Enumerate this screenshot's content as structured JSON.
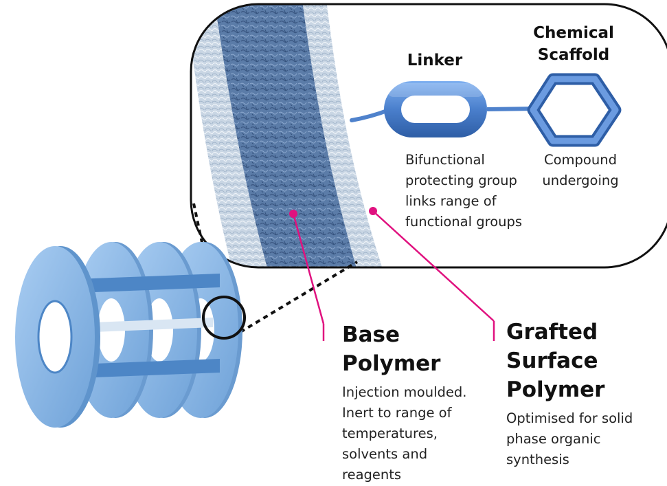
{
  "labels": {
    "linker": {
      "title": "Linker",
      "desc": [
        "Bifunctional",
        "protecting group",
        "links range of",
        "functional groups"
      ]
    },
    "scaffold": {
      "title": [
        "Chemical",
        "Scaffold"
      ],
      "desc": [
        "Compound",
        "undergoing"
      ]
    },
    "base_polymer": {
      "title": [
        "Base",
        "Polymer"
      ],
      "desc": [
        "Injection moulded.",
        "Inert to range of",
        "temperatures,",
        "solvents and",
        "reagents"
      ]
    },
    "grafted_polymer": {
      "title": [
        "Grafted",
        "Surface",
        "Polymer"
      ],
      "desc": [
        "Optimised for solid",
        "phase organic",
        "synthesis"
      ]
    }
  },
  "icons": {
    "linker": "linker-oval-icon",
    "scaffold": "hexagon-ring-icon",
    "support": "cylindrical-lantern-support-icon"
  },
  "colors": {
    "accent_magenta": "#e0117f",
    "base_polymer_blue": "#5f80ad",
    "linker_blue": "#4f82cc",
    "support_blue": "#86b6e6",
    "callout_border": "#111111"
  }
}
